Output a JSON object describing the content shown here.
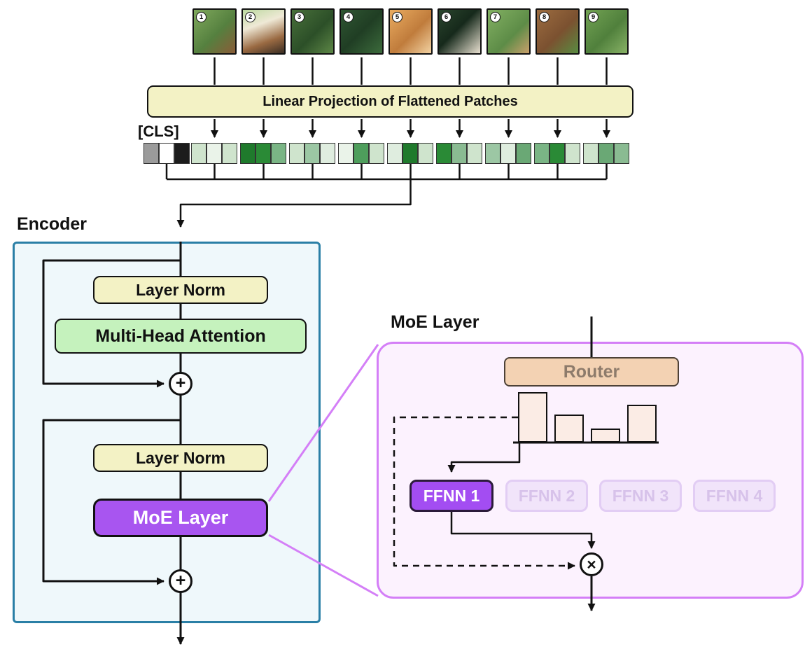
{
  "patches": {
    "items": [
      {
        "number": "1",
        "bg": "linear-gradient(135deg,#7fa85c 0%,#55803f 55%,#8a5c38 100%)"
      },
      {
        "number": "2",
        "bg": "linear-gradient(160deg,#bcd9a0 0%,#efe9d6 35%,#9a6a42 70%,#3a2d23 100%)"
      },
      {
        "number": "3",
        "bg": "linear-gradient(135deg,#48703a 0%,#2c4f28 55%,#5d8746 100%)"
      },
      {
        "number": "4",
        "bg": "linear-gradient(135deg,#2f5632 0%,#203e24 50%,#3c6b3c 100%)"
      },
      {
        "number": "5",
        "bg": "linear-gradient(135deg,#e9ab60 0%,#c07c3c 55%,#f2d2a2 100%)"
      },
      {
        "number": "6",
        "bg": "linear-gradient(135deg,#2a452d 0%,#16291b 45%,#e9e1d1 100%)"
      },
      {
        "number": "7",
        "bg": "linear-gradient(135deg,#82b062 0%,#5d8c47 60%,#c9a06b 100%)"
      },
      {
        "number": "8",
        "bg": "linear-gradient(135deg,#9c6c40 0%,#7b5130 55%,#588c41 100%)"
      },
      {
        "number": "9",
        "bg": "linear-gradient(135deg,#72a253 0%,#50803c 55%,#88b266 100%)"
      }
    ]
  },
  "projection": {
    "label": "Linear Projection of Flattened Patches"
  },
  "cls": {
    "label": "[CLS]"
  },
  "tokens": {
    "groups": [
      {
        "colors": [
          "#9b9b9b",
          "#ffffff",
          "#1c1c1c"
        ]
      },
      {
        "colors": [
          "#cfe4cd",
          "#eaf3e9",
          "#cfe4cd"
        ]
      },
      {
        "colors": [
          "#1f7a2c",
          "#2a8a36",
          "#7ab585"
        ]
      },
      {
        "colors": [
          "#cfe4cd",
          "#9cc7a4",
          "#dfeddf"
        ]
      },
      {
        "colors": [
          "#eaf3e9",
          "#4e9e5c",
          "#cfe4cd"
        ]
      },
      {
        "colors": [
          "#dfeddf",
          "#1f7a2c",
          "#cfe4cd"
        ]
      },
      {
        "colors": [
          "#2a8a36",
          "#8abb92",
          "#cfe4cd"
        ]
      },
      {
        "colors": [
          "#9cc7a4",
          "#dfeddf",
          "#6aa875"
        ]
      },
      {
        "colors": [
          "#7ab585",
          "#2a8a36",
          "#cfe4cd"
        ]
      },
      {
        "colors": [
          "#cfe4cd",
          "#6aa875",
          "#8abb92"
        ]
      }
    ]
  },
  "encoder": {
    "label": "Encoder",
    "layer_norm_1": "Layer Norm",
    "multi_head_attention": "Multi-Head Attention",
    "layer_norm_2": "Layer Norm",
    "moe_layer": "MoE Layer",
    "add_symbol": "+"
  },
  "moe_detail": {
    "label": "MoE Layer",
    "router": "Router",
    "router_bars": [
      72,
      40,
      20,
      54
    ],
    "experts": [
      "FFNN 1",
      "FFNN 2",
      "FFNN 3",
      "FFNN 4"
    ],
    "multiply_symbol": "×"
  },
  "colors": {
    "encoder_border": "#2a7fa6",
    "encoder_fill": "#eff8fb",
    "moe_box_border": "#d47ff7",
    "moe_box_fill": "#fcf2fe",
    "moe_layer_fill": "#a855f0",
    "layer_norm_fill": "#f3f2c5",
    "attention_fill": "#c5f2bd",
    "router_fill": "#f3d2b3",
    "bar_fill": "#fbece5",
    "active_expert_fill": "#a34df2",
    "inactive_expert_fill": "#f1e4fa"
  }
}
